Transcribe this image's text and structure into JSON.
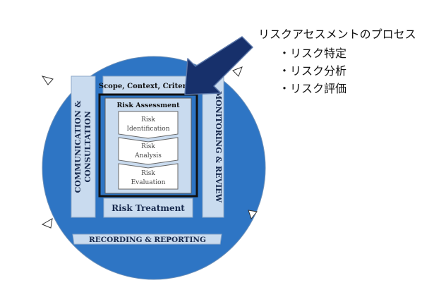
{
  "diagram": {
    "side_left": "COMMUNICATION & CONSULTATION",
    "side_left_line1": "COMMUNICATION &",
    "side_left_line2": "CONSULTATION",
    "side_right": "MONITORING & REVIEW",
    "scope": "Scope, Context, Criteria",
    "assessment_title": "Risk Assessment",
    "steps": [
      {
        "line1": "Risk",
        "line2": "Identification"
      },
      {
        "line1": "Risk",
        "line2": "Analysis"
      },
      {
        "line1": "Risk",
        "line2": "Evaluation"
      }
    ],
    "treatment": "Risk Treatment",
    "recording": "RECORDING & REPORTING"
  },
  "annotation": {
    "title": "リスクアセスメントのプロセス",
    "items": [
      "・リスク特定",
      "・リスク分析",
      "・リスク評価"
    ]
  },
  "colors": {
    "circle": "#2e75c4",
    "panel": "#c9dbef",
    "arrow": "#17306b",
    "box_border": "#111111"
  }
}
